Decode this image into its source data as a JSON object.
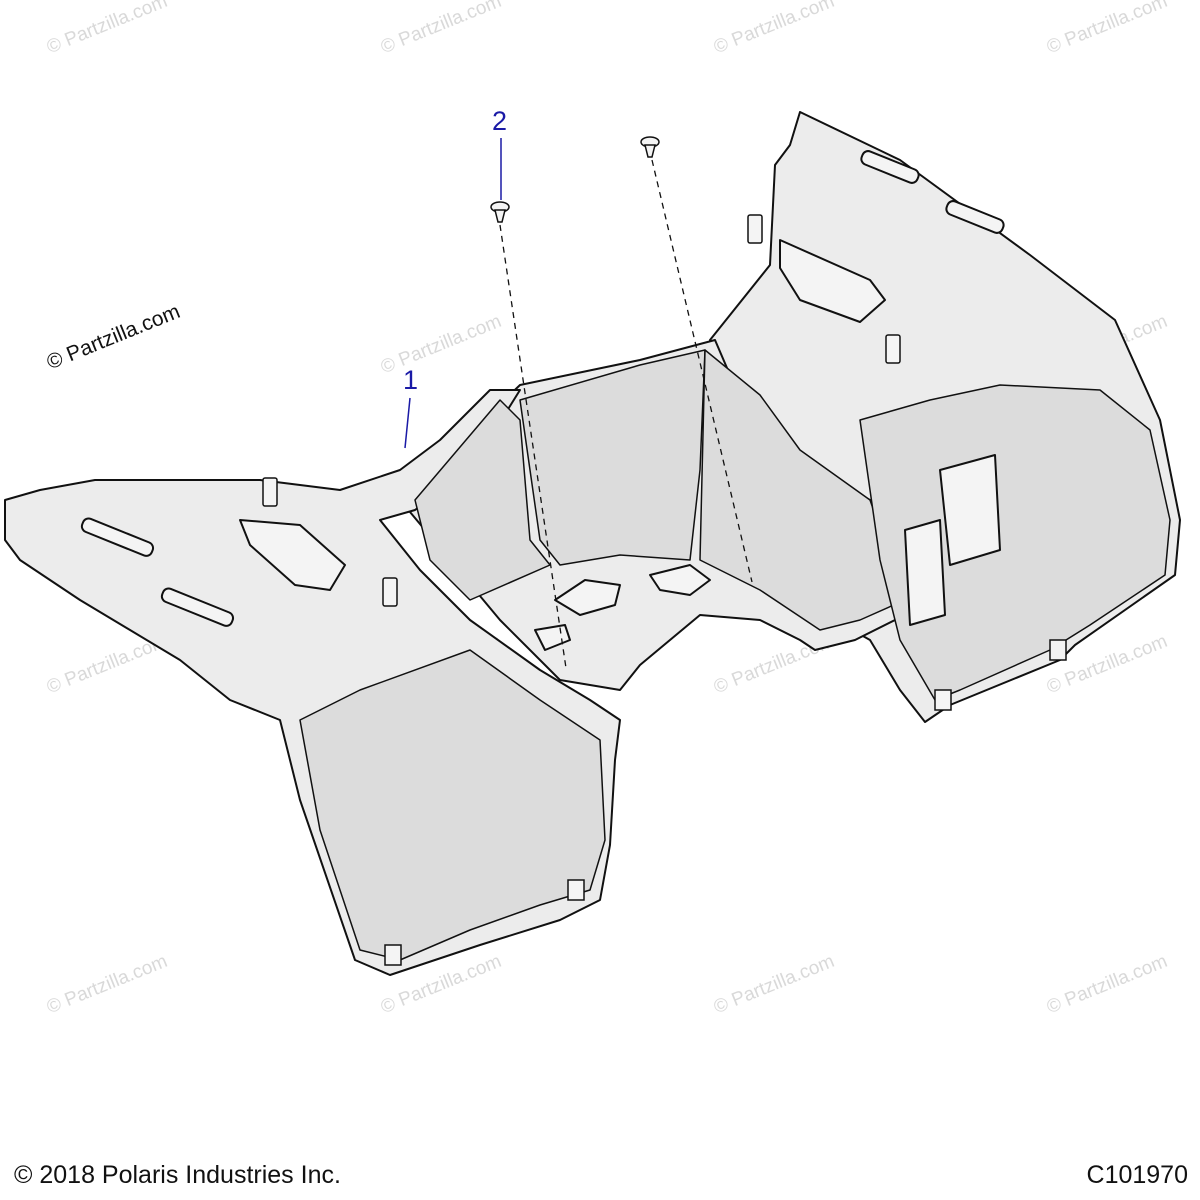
{
  "callouts": {
    "part1": "1",
    "part2": "2"
  },
  "watermark": "© Partzilla.com",
  "brand_watermark": "© Partzilla.com",
  "footer": {
    "copyright": "© 2018 Polaris Industries Inc.",
    "figure_id": "C101970"
  },
  "colors": {
    "part_fill": "#ececec",
    "part_shadow": "#dcdcdc",
    "outline": "#111111",
    "callout": "#1a1aa6",
    "watermark": "#d9d9d9"
  }
}
